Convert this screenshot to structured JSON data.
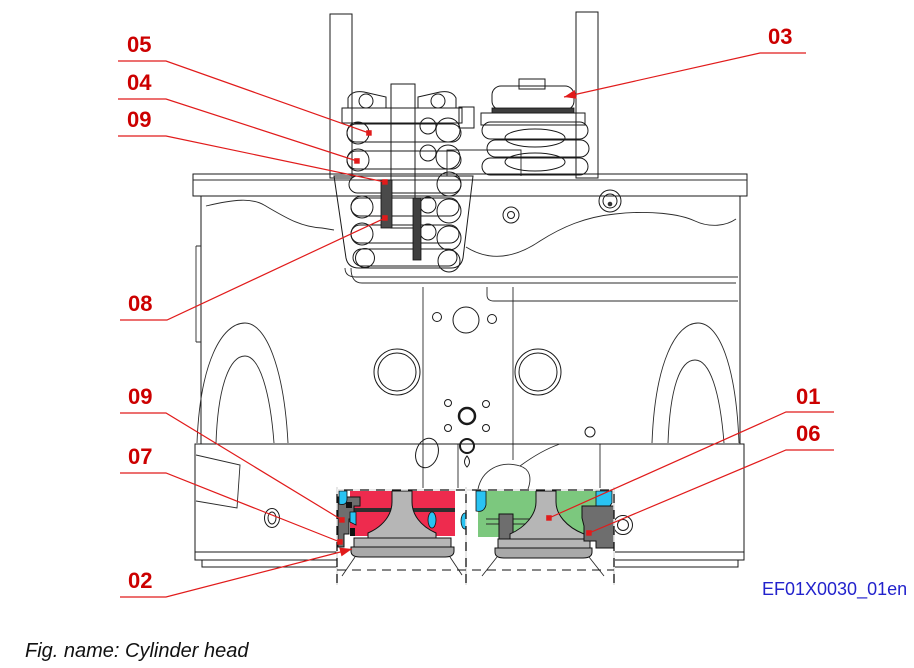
{
  "figure": {
    "code": "EF01X0030_01en",
    "caption": "Fig. name: Cylinder head"
  },
  "callouts": [
    {
      "id": "05"
    },
    {
      "id": "04"
    },
    {
      "id": "09"
    },
    {
      "id": "08"
    },
    {
      "id": "03"
    },
    {
      "id": "09"
    },
    {
      "id": "07"
    },
    {
      "id": "02"
    },
    {
      "id": "01"
    },
    {
      "id": "06"
    }
  ],
  "colors": {
    "callout_text": "#cc0000",
    "leader_line": "#e11b1b",
    "exhaust_port_red": "#ee2b4e",
    "intake_port_green": "#7cc87e",
    "coolant_cyan": "#29c3f2",
    "figure_code_blue": "#2222cc"
  }
}
